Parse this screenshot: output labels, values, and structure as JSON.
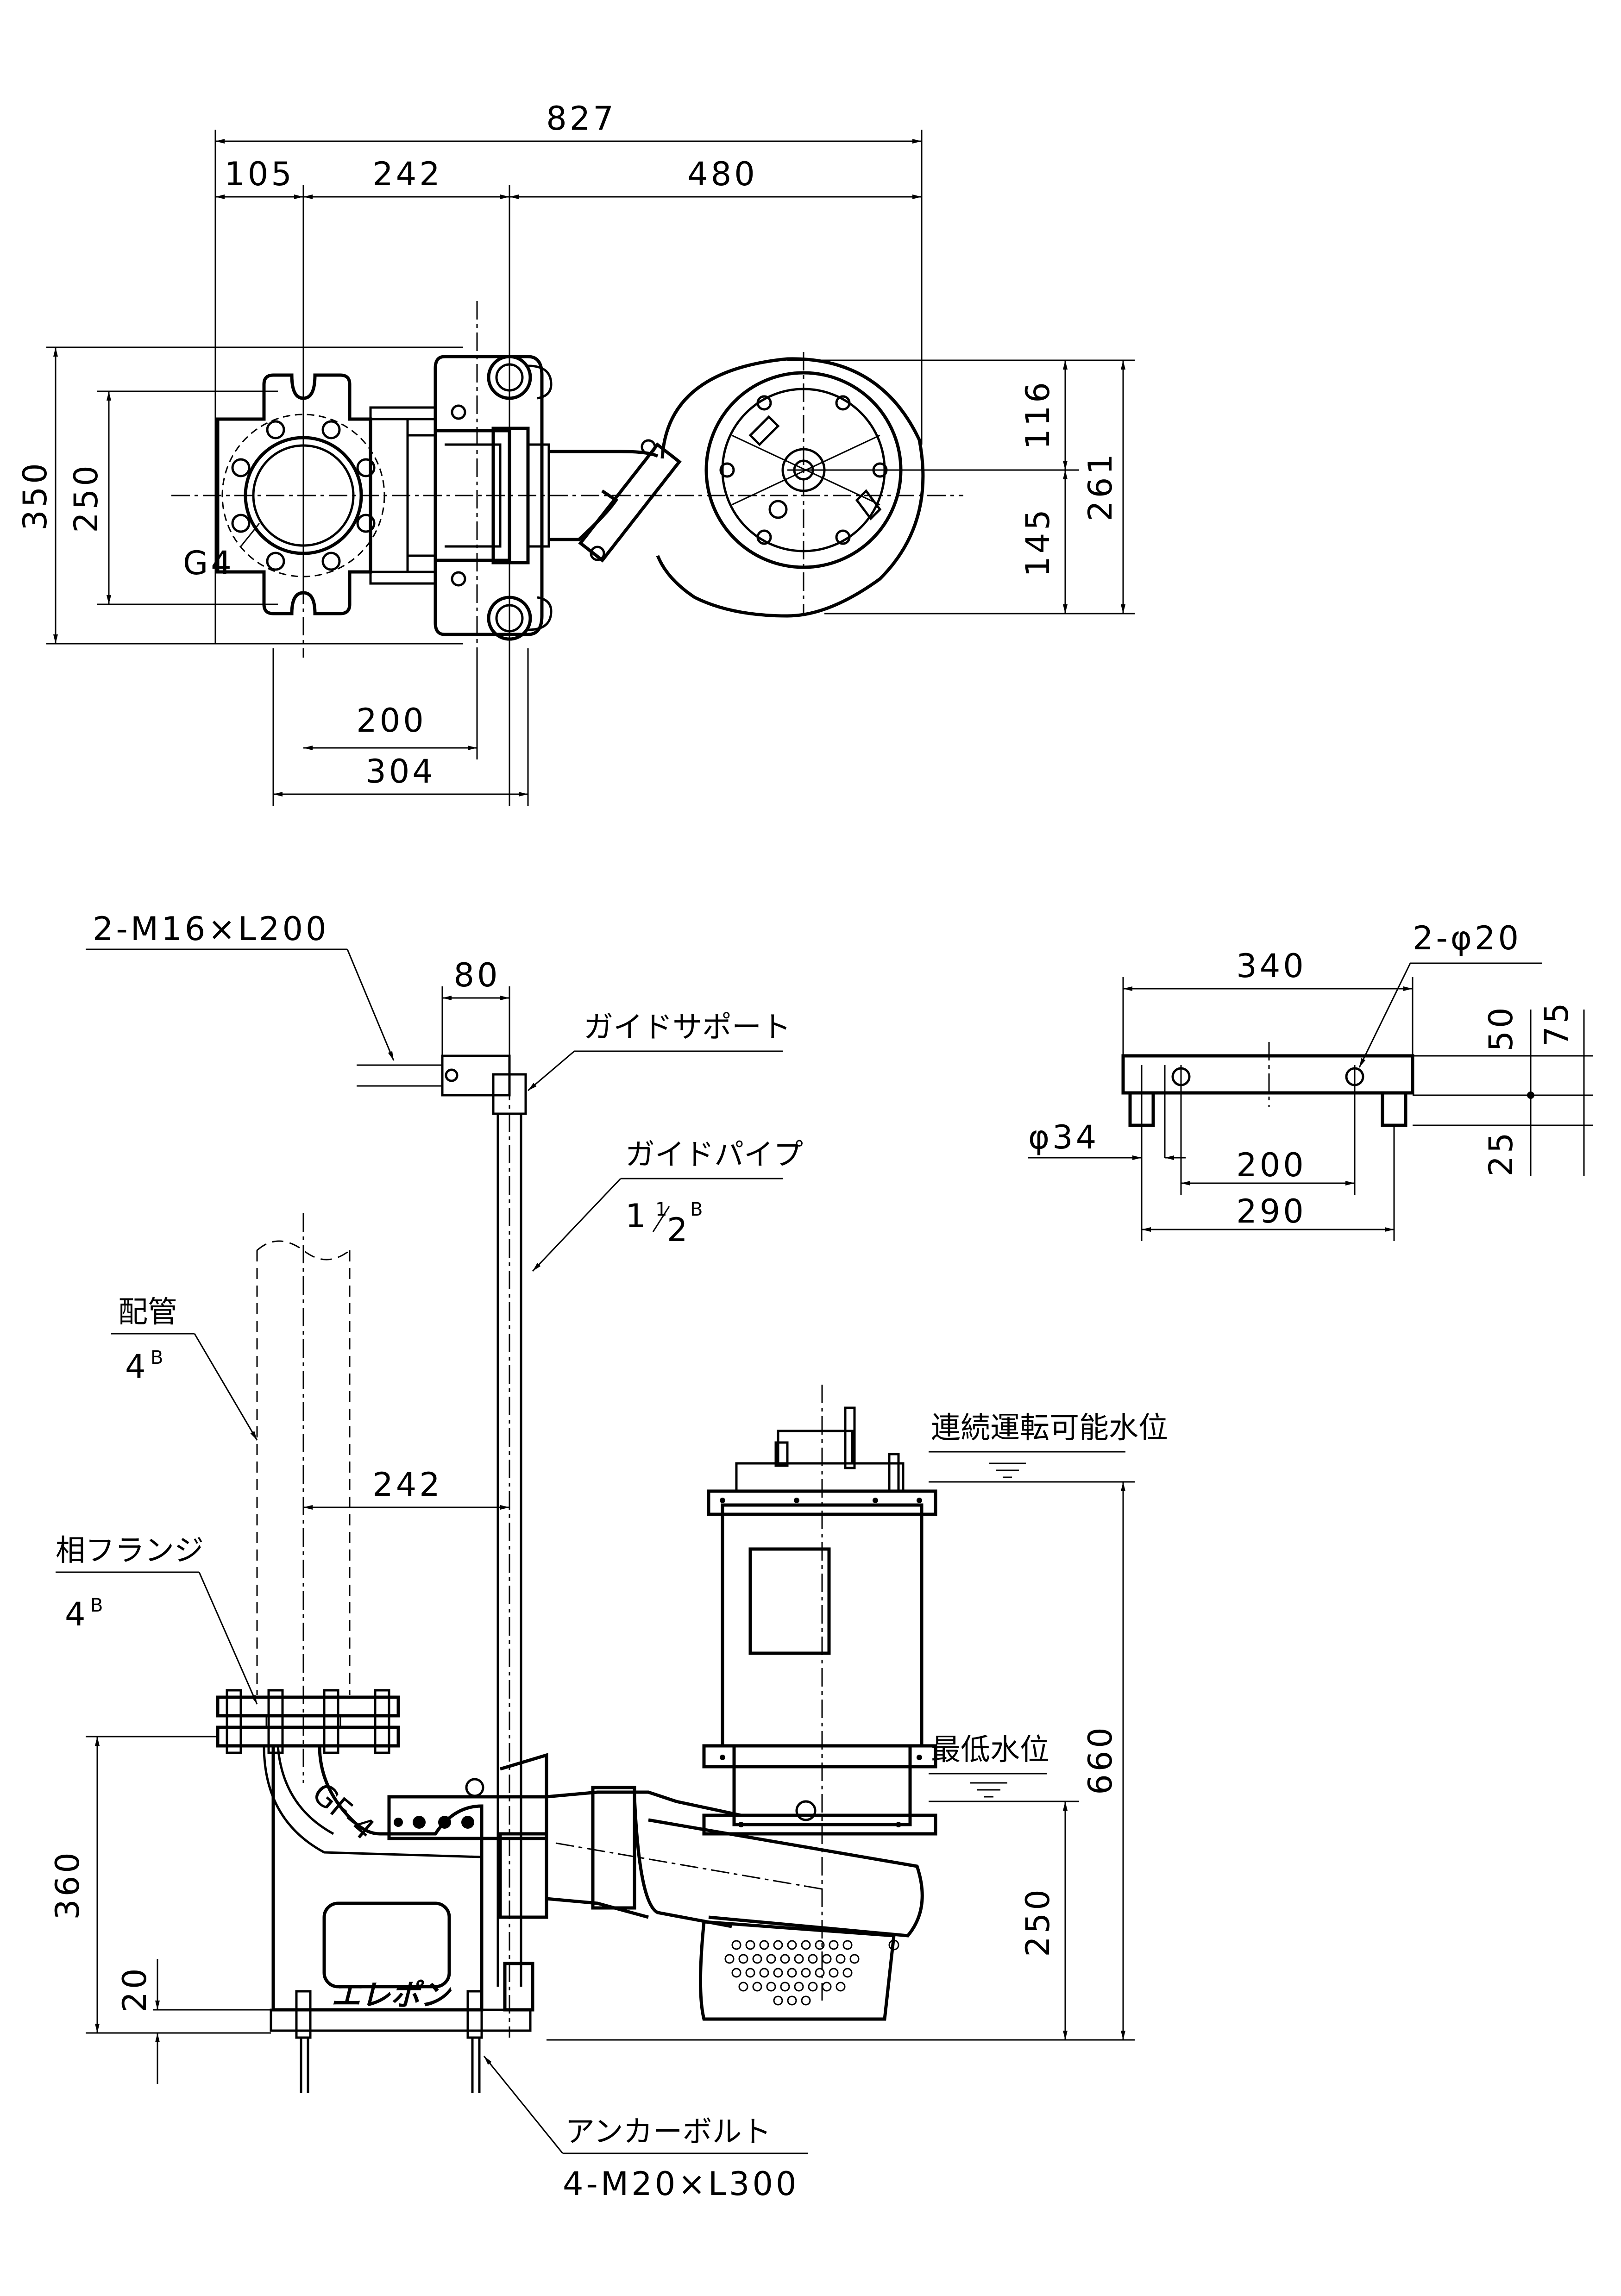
{
  "dims": {
    "overall_width": "827",
    "left_offset": "105",
    "pipe_to_guide": "242",
    "guide_to_pump": "480",
    "plan_height": "350",
    "flange_height": "250",
    "thread": "G4",
    "pump_upper": "116",
    "pump_lower": "145",
    "pump_total": "261",
    "base_200": "200",
    "base_304": "304",
    "guide_offset": "80",
    "pipe_guide_elev": "242",
    "base_height": "360",
    "base_20": "20",
    "water_250": "250",
    "water_660": "660",
    "bp_width": "340",
    "bp_hole_pitch": "200",
    "bp_290": "290",
    "bp_50": "50",
    "bp_75": "75",
    "bp_25": "25"
  },
  "labels": {
    "guide_bolt": "2-M16×L200",
    "guide_support": "ガイドサポート",
    "guide_pipe": "ガイドパイプ",
    "guide_pipe_size_main": "1",
    "guide_pipe_size_num": "1",
    "guide_pipe_size_den": "2",
    "guide_pipe_size_b": "B",
    "piping": "配管",
    "piping_size": "4",
    "piping_b": "B",
    "mating_flange": "相フランジ",
    "flange_size": "4",
    "flange_b": "B",
    "gf_mark": "GF-4",
    "cont_water": "連続運転可能水位",
    "min_water": "最低水位",
    "anchor_bolt": "アンカーボルト",
    "anchor_spec": "4-M20×L300",
    "hole_spec": "2-φ20",
    "phi34": "φ34",
    "logo": "エレポン"
  }
}
